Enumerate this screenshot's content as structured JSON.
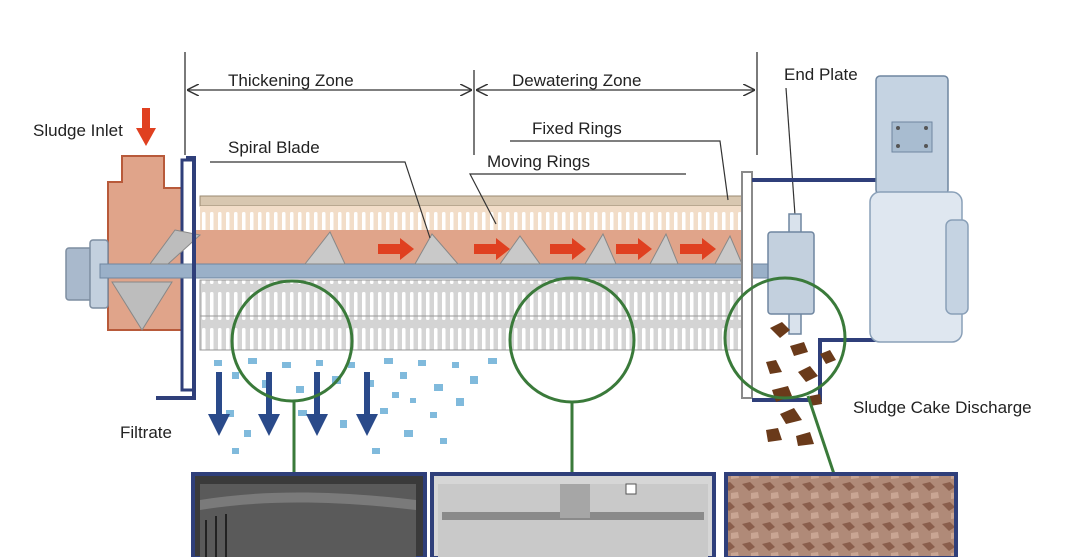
{
  "labels": {
    "thickening_zone": "Thickening Zone",
    "dewatering_zone": "Dewatering Zone",
    "end_plate": "End Plate",
    "sludge_inlet": "Sludge Inlet",
    "spiral_blade": "Spiral Blade",
    "fixed_rings": "Fixed Rings",
    "moving_rings": "Moving Rings",
    "filtrate": "Filtrate",
    "sludge_cake_discharge": "Sludge Cake Discharge"
  },
  "colors": {
    "sludge": "#e0a48a",
    "sludge_edge": "#b85a3a",
    "frame": "#2f3f7a",
    "rings": "#cfcfcf",
    "ring_slot": "#ffffff",
    "shaft": "#9ab0c8",
    "motor": "#b8c8dc",
    "detail_circle": "#3a7a3a",
    "flow_arrow": "#e04020",
    "filtrate_drop": "#6aaed6",
    "filtrate_arrow": "#2a4a8a",
    "cake": "#6a3a1a"
  },
  "icons": {
    "inlet_arrow": "red-down-arrow-icon",
    "flow_arrows": "red-right-arrow-icon",
    "filtrate_arrows": "blue-down-arrow-icon"
  }
}
